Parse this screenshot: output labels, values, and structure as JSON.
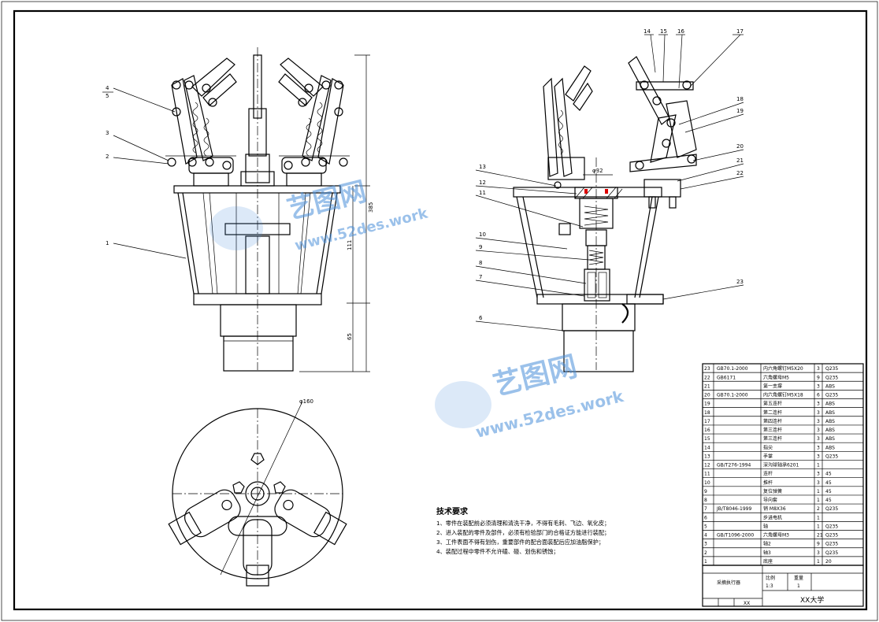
{
  "colors": {
    "line": "#000000",
    "watermark": "#4a90d9"
  },
  "watermark": {
    "cn": "艺图网",
    "url": "www.52des.work"
  },
  "balloons_front": [
    "4",
    "5",
    "3",
    "2",
    "1"
  ],
  "balloons_section_top": [
    "14",
    "15",
    "16",
    "17"
  ],
  "balloons_section_right": [
    "18",
    "19",
    "20",
    "21",
    "22",
    "23"
  ],
  "balloons_section_left": [
    "13",
    "12",
    "11",
    "10",
    "9",
    "8",
    "7",
    "6"
  ],
  "dims": {
    "total_height": "385",
    "mid_height": "111",
    "bottom_height": "65",
    "dia_top": "φ160",
    "dia_bore": "φ32"
  },
  "notes": {
    "title": "技术要求",
    "lines": [
      "1、零件在装配前必须清理和清洗干净，不得有毛刺、飞边、氧化皮；",
      "2、进入装配的零件及部件，必须有检验部门的合格证方能进行装配；",
      "3、工件表面不得有划伤，重要部件的配合面装配后应加油脂保护；",
      "4、装配过程中零件不允许磕、碰、划伤和锈蚀；"
    ]
  },
  "bom": [
    {
      "no": "23",
      "code": "GB70.1-2000",
      "name": "内六角螺钉M5X20",
      "qty": "3",
      "mat": "Q235"
    },
    {
      "no": "22",
      "code": "GB6171",
      "name": "六角螺母M5",
      "qty": "9",
      "mat": "Q235"
    },
    {
      "no": "21",
      "code": "",
      "name": "第一支撑",
      "qty": "3",
      "mat": "ABS"
    },
    {
      "no": "20",
      "code": "GB70.1-2000",
      "name": "内六角螺钉M5X18",
      "qty": "6",
      "mat": "Q235"
    },
    {
      "no": "19",
      "code": "",
      "name": "第五连杆",
      "qty": "3",
      "mat": "ABS"
    },
    {
      "no": "18",
      "code": "",
      "name": "第二连杆",
      "qty": "3",
      "mat": "ABS"
    },
    {
      "no": "17",
      "code": "",
      "name": "第四连杆",
      "qty": "3",
      "mat": "ABS"
    },
    {
      "no": "16",
      "code": "",
      "name": "第三连杆",
      "qty": "3",
      "mat": "ABS"
    },
    {
      "no": "15",
      "code": "",
      "name": "第三连杆",
      "qty": "3",
      "mat": "ABS"
    },
    {
      "no": "14",
      "code": "",
      "name": "指尖",
      "qty": "3",
      "mat": "ABS"
    },
    {
      "no": "13",
      "code": "",
      "name": "手掌",
      "qty": "3",
      "mat": "Q235"
    },
    {
      "no": "12",
      "code": "GB/T276-1994",
      "name": "深沟球轴承6201",
      "qty": "1",
      "mat": ""
    },
    {
      "no": "11",
      "code": "",
      "name": "连杆",
      "qty": "3",
      "mat": "45"
    },
    {
      "no": "10",
      "code": "",
      "name": "推杆",
      "qty": "3",
      "mat": "45"
    },
    {
      "no": "9",
      "code": "",
      "name": "复位弹簧",
      "qty": "1",
      "mat": "45"
    },
    {
      "no": "8",
      "code": "",
      "name": "导向套",
      "qty": "1",
      "mat": "45"
    },
    {
      "no": "7",
      "code": "JB/T8046-1999",
      "name": "销 M8X36",
      "qty": "2",
      "mat": "Q235"
    },
    {
      "no": "6",
      "code": "",
      "name": "步进电机",
      "qty": "1",
      "mat": ""
    },
    {
      "no": "5",
      "code": "",
      "name": "轴",
      "qty": "1",
      "mat": "Q235"
    },
    {
      "no": "4",
      "code": "GB/T1096-2000",
      "name": "六角螺母M3",
      "qty": "21",
      "mat": "Q235"
    },
    {
      "no": "3",
      "code": "",
      "name": "轴2",
      "qty": "9",
      "mat": "Q235"
    },
    {
      "no": "2",
      "code": "",
      "name": "轴3",
      "qty": "3",
      "mat": "Q235"
    },
    {
      "no": "1",
      "code": "",
      "name": "底座",
      "qty": "1",
      "mat": "20"
    }
  ],
  "title_block": {
    "name": "采摘执行器",
    "scale_label": "比例",
    "scale": "1:3",
    "weight_label": "重量",
    "sheet": "1",
    "school": "XX大学",
    "mark": "XX"
  }
}
